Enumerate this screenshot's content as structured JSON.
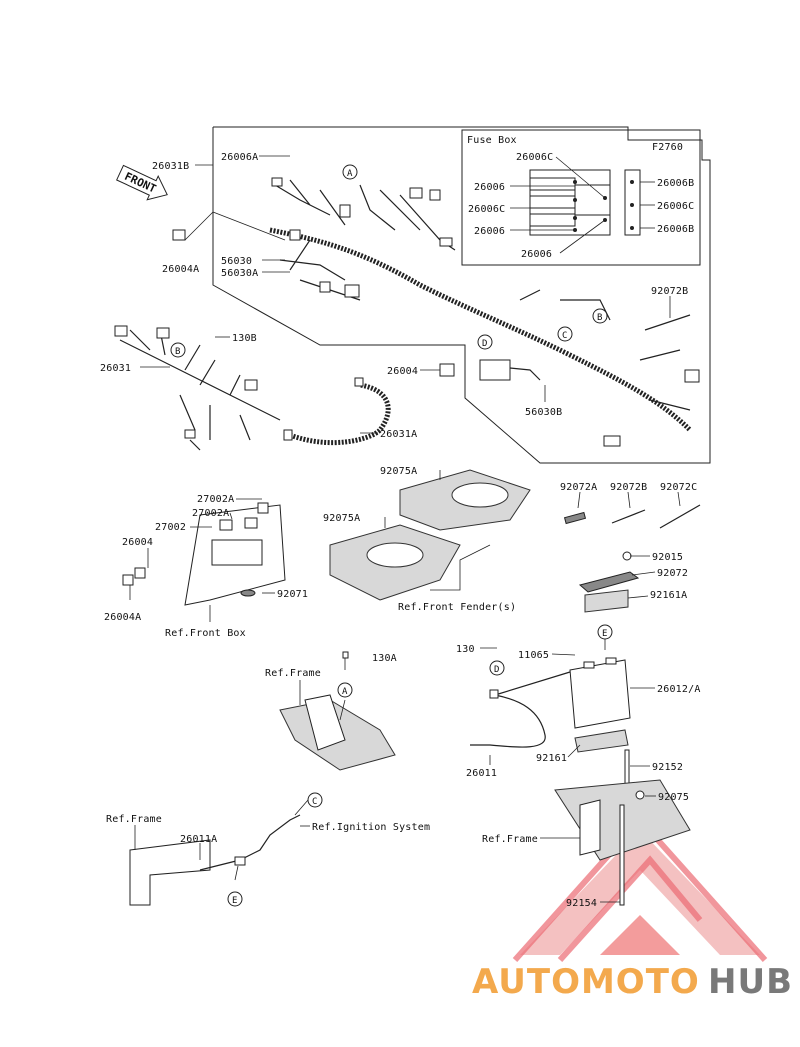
{
  "diagram_code": "F2760",
  "front_arrow": "FRONT",
  "fuse_box": {
    "title": "Fuse Box",
    "labels": [
      "26006C",
      "26006",
      "26006C",
      "26006",
      "26006",
      "26006B",
      "26006C",
      "26006B"
    ]
  },
  "callouts": {
    "c26031B": "26031B",
    "c26006A": "26006A",
    "c26004A_1": "26004A",
    "c56030": "56030",
    "c56030A": "56030A",
    "c92072B_1": "92072B",
    "c130B": "130B",
    "c26031": "26031",
    "c26004_1": "26004",
    "c56030B": "56030B",
    "c26031A": "26031A",
    "c92075A_1": "92075A",
    "c92075A_2": "92075A",
    "c92072A": "92072A",
    "c92072B_2": "92072B",
    "c92072C": "92072C",
    "c27002A_1": "27002A",
    "c27002A_2": "27002A",
    "c27002": "27002",
    "c26004_2": "26004",
    "c26004A_2": "26004A",
    "c92071": "92071",
    "c92015": "92015",
    "c92072": "92072",
    "c92161A": "92161A",
    "c130": "130",
    "c11065": "11065",
    "c130A": "130A",
    "c26012A": "26012/A",
    "c92161": "92161",
    "c92152": "92152",
    "c26011": "26011",
    "c92075": "92075",
    "c26011A": "26011A",
    "c92154": "92154"
  },
  "refs": {
    "front_box": "Ref.Front Box",
    "front_fender": "Ref.Front Fender(s)",
    "frame_1": "Ref.Frame",
    "frame_2": "Ref.Frame",
    "frame_3": "Ref.Frame",
    "ignition": "Ref.Ignition System"
  },
  "bubbles": {
    "A1": "A",
    "B1": "B",
    "C1": "C",
    "D1": "D",
    "B2": "B",
    "E1": "E",
    "D2": "D",
    "A2": "A",
    "C2": "C",
    "E2": "E"
  },
  "watermark": {
    "part1": "AUTOMOTO",
    "part2": "HUB"
  },
  "colors": {
    "watermark_red": "#e8505a",
    "watermark_orange": "#f2a03a",
    "watermark_gray": "#6b6b6b"
  }
}
